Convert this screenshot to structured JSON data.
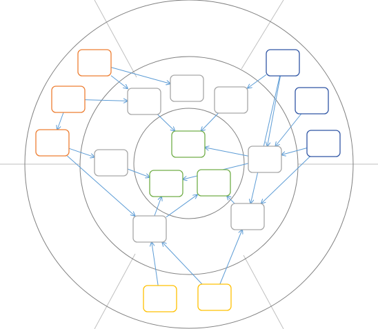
{
  "colors": {
    "background": "#ffffff",
    "ring_stroke": "#7f7f7f",
    "sector_line": "#bfbfbf",
    "arrow": "#5b9bd5",
    "node_gray": "#a6a6a6",
    "node_orange": "#ed7d31",
    "node_blue": "#2f55a4",
    "node_green": "#70ad47",
    "node_yellow": "#ffc000"
  },
  "diagram": {
    "nodes": [
      {
        "id": "o1",
        "group": "orange",
        "label": ""
      },
      {
        "id": "o2",
        "group": "orange",
        "label": ""
      },
      {
        "id": "o3",
        "group": "orange",
        "label": ""
      },
      {
        "id": "b1",
        "group": "blue",
        "label": ""
      },
      {
        "id": "b2",
        "group": "blue",
        "label": ""
      },
      {
        "id": "b3",
        "group": "blue",
        "label": ""
      },
      {
        "id": "y1",
        "group": "yellow",
        "label": ""
      },
      {
        "id": "y2",
        "group": "yellow",
        "label": ""
      },
      {
        "id": "g1",
        "group": "gray",
        "label": ""
      },
      {
        "id": "g2",
        "group": "gray",
        "label": ""
      },
      {
        "id": "g3",
        "group": "gray",
        "label": ""
      },
      {
        "id": "g4",
        "group": "gray",
        "label": ""
      },
      {
        "id": "g5",
        "group": "gray",
        "label": ""
      },
      {
        "id": "g6",
        "group": "gray",
        "label": ""
      },
      {
        "id": "g7",
        "group": "gray",
        "label": ""
      },
      {
        "id": "c1",
        "group": "green",
        "label": ""
      },
      {
        "id": "c2",
        "group": "green",
        "label": ""
      },
      {
        "id": "c3",
        "group": "green",
        "label": ""
      }
    ],
    "edges": [
      {
        "from": "o1",
        "to": "g1"
      },
      {
        "from": "o1",
        "to": "g2"
      },
      {
        "from": "o2",
        "to": "g2"
      },
      {
        "from": "o2",
        "to": "o3"
      },
      {
        "from": "o3",
        "to": "g4"
      },
      {
        "from": "o3",
        "to": "g6"
      },
      {
        "from": "b1",
        "to": "g3"
      },
      {
        "from": "b1",
        "to": "g5"
      },
      {
        "from": "b1",
        "to": "g7"
      },
      {
        "from": "b2",
        "to": "g5"
      },
      {
        "from": "b3",
        "to": "g5"
      },
      {
        "from": "b3",
        "to": "g7"
      },
      {
        "from": "g2",
        "to": "c1"
      },
      {
        "from": "g3",
        "to": "c1"
      },
      {
        "from": "g4",
        "to": "c2"
      },
      {
        "from": "g5",
        "to": "c1"
      },
      {
        "from": "g5",
        "to": "c2"
      },
      {
        "from": "g6",
        "to": "c2"
      },
      {
        "from": "g6",
        "to": "c3"
      },
      {
        "from": "g7",
        "to": "c3"
      },
      {
        "from": "y1",
        "to": "g6"
      },
      {
        "from": "y2",
        "to": "g6"
      },
      {
        "from": "y2",
        "to": "g7"
      }
    ]
  }
}
